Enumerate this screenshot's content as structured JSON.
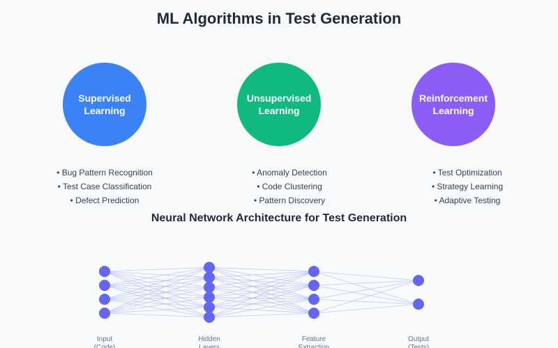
{
  "title": "ML Algorithms in Test Generation",
  "categories": [
    {
      "label_line1": "Supervised",
      "label_line2": "Learning",
      "color": "#3b82f6",
      "items": [
        "• Bug Pattern Recognition",
        "• Test Case Classification",
        "• Defect Prediction"
      ]
    },
    {
      "label_line1": "Unsupervised",
      "label_line2": "Learning",
      "color": "#10b981",
      "items": [
        "• Anomaly Detection",
        "• Code Clustering",
        "• Pattern Discovery"
      ]
    },
    {
      "label_line1": "Reinforcement",
      "label_line2": "Learning",
      "color": "#8b5cf6",
      "items": [
        "• Test Optimization",
        "• Strategy Learning",
        "• Adaptive Testing"
      ]
    }
  ],
  "network": {
    "title": "Neural Network Architecture for Test Generation",
    "node_color": "#6366f1",
    "edge_color": "#a5b4fc",
    "layers": [
      {
        "nodes": 4,
        "label_line1": "Input",
        "label_line2": "(Code)"
      },
      {
        "nodes": 6,
        "label_line1": "Hidden",
        "label_line2": "Layers"
      },
      {
        "nodes": 4,
        "label_line1": "Feature",
        "label_line2": "Extraction"
      },
      {
        "nodes": 2,
        "label_line1": "Output",
        "label_line2": "(Tests)"
      }
    ]
  }
}
